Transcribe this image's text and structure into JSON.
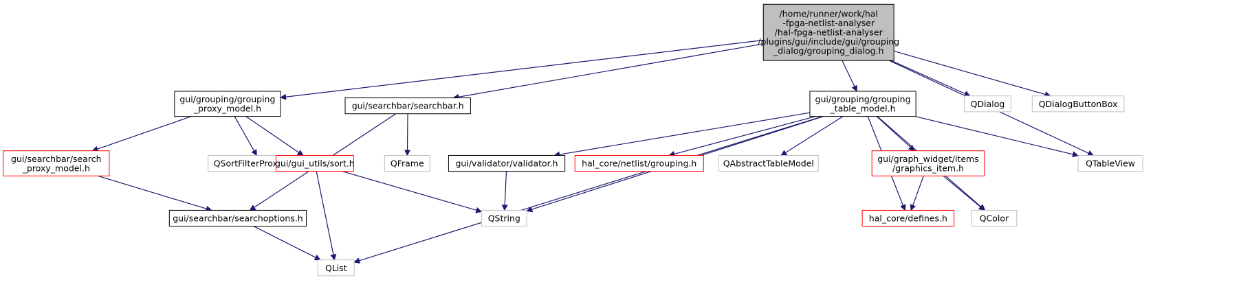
{
  "colors": {
    "edge": "#191970",
    "root_fill": "#bfbfbf",
    "border_documented": "#000000",
    "border_red": "#ff0000",
    "border_gray": "#bfbfbf"
  },
  "nodes": {
    "root": {
      "lines": [
        "/home/runner/work/hal",
        "-fpga-netlist-analyser",
        "/hal-fpga-netlist-analyser",
        "/plugins/gui/include/gui/grouping",
        "_dialog/grouping_dialog.h"
      ],
      "style": "root"
    },
    "grouping_proxy_model": {
      "lines": [
        "gui/grouping/grouping",
        "_proxy_model.h"
      ],
      "style": "documented"
    },
    "searchbar": {
      "lines": [
        "gui/searchbar/searchbar.h"
      ],
      "style": "documented"
    },
    "grouping_table_model": {
      "lines": [
        "gui/grouping/grouping",
        "_table_model.h"
      ],
      "style": "documented"
    },
    "qdialog": {
      "lines": [
        "QDialog"
      ],
      "style": "gray"
    },
    "qdialogbuttonbox": {
      "lines": [
        "QDialogButtonBox"
      ],
      "style": "gray"
    },
    "search_proxy_model": {
      "lines": [
        "gui/searchbar/search",
        "_proxy_model.h"
      ],
      "style": "red"
    },
    "qsortfilterproxymodel": {
      "lines": [
        "QSortFilterProxyModel"
      ],
      "style": "gray"
    },
    "sort": {
      "lines": [
        "gui/gui_utils/sort.h"
      ],
      "style": "red"
    },
    "qframe": {
      "lines": [
        "QFrame"
      ],
      "style": "gray"
    },
    "validator": {
      "lines": [
        "gui/validator/validator.h"
      ],
      "style": "documented"
    },
    "netlist_grouping": {
      "lines": [
        "hal_core/netlist/grouping.h"
      ],
      "style": "red"
    },
    "qabstracttablemodel": {
      "lines": [
        "QAbstractTableModel"
      ],
      "style": "gray"
    },
    "graphics_item": {
      "lines": [
        "gui/graph_widget/items",
        "/graphics_item.h"
      ],
      "style": "red"
    },
    "qtableview": {
      "lines": [
        "QTableView"
      ],
      "style": "gray"
    },
    "searchoptions": {
      "lines": [
        "gui/searchbar/searchoptions.h"
      ],
      "style": "documented"
    },
    "qstring": {
      "lines": [
        "QString"
      ],
      "style": "gray"
    },
    "defines": {
      "lines": [
        "hal_core/defines.h"
      ],
      "style": "red"
    },
    "qcolor": {
      "lines": [
        "QColor"
      ],
      "style": "gray"
    },
    "qlist": {
      "lines": [
        "QList"
      ],
      "style": "gray"
    }
  },
  "edges": [
    [
      "root",
      "grouping_proxy_model"
    ],
    [
      "root",
      "searchbar"
    ],
    [
      "root",
      "grouping_table_model"
    ],
    [
      "root",
      "qdialog"
    ],
    [
      "root",
      "qdialogbuttonbox"
    ],
    [
      "root",
      "qtableview"
    ],
    [
      "grouping_proxy_model",
      "search_proxy_model"
    ],
    [
      "grouping_proxy_model",
      "qsortfilterproxymodel"
    ],
    [
      "grouping_proxy_model",
      "sort"
    ],
    [
      "searchbar",
      "searchoptions"
    ],
    [
      "searchbar",
      "qframe"
    ],
    [
      "search_proxy_model",
      "searchoptions"
    ],
    [
      "searchoptions",
      "qlist"
    ],
    [
      "sort",
      "qlist"
    ],
    [
      "sort",
      "qstring"
    ],
    [
      "validator",
      "qstring"
    ],
    [
      "grouping_table_model",
      "validator"
    ],
    [
      "grouping_table_model",
      "netlist_grouping"
    ],
    [
      "grouping_table_model",
      "qabstracttablemodel"
    ],
    [
      "grouping_table_model",
      "graphics_item"
    ],
    [
      "grouping_table_model",
      "qtableview"
    ],
    [
      "grouping_table_model",
      "qstring"
    ],
    [
      "grouping_table_model",
      "defines"
    ],
    [
      "grouping_table_model",
      "qcolor"
    ],
    [
      "grouping_table_model",
      "qlist"
    ],
    [
      "graphics_item",
      "defines"
    ],
    [
      "graphics_item",
      "qcolor"
    ]
  ]
}
